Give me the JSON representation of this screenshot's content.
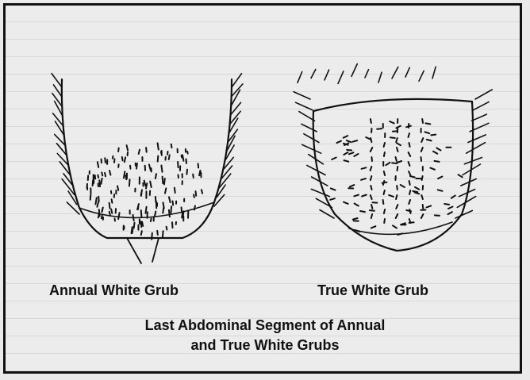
{
  "figure": {
    "panels": [
      {
        "label": "Annual White Grub",
        "icon": "annual-white-grub-segment"
      },
      {
        "label": "True White Grub",
        "icon": "true-white-grub-segment"
      }
    ],
    "caption_line1": "Last Abdominal Segment of Annual",
    "caption_line2": "and True White Grubs"
  },
  "colors": {
    "ink": "#111111",
    "paper": "#ececec"
  }
}
